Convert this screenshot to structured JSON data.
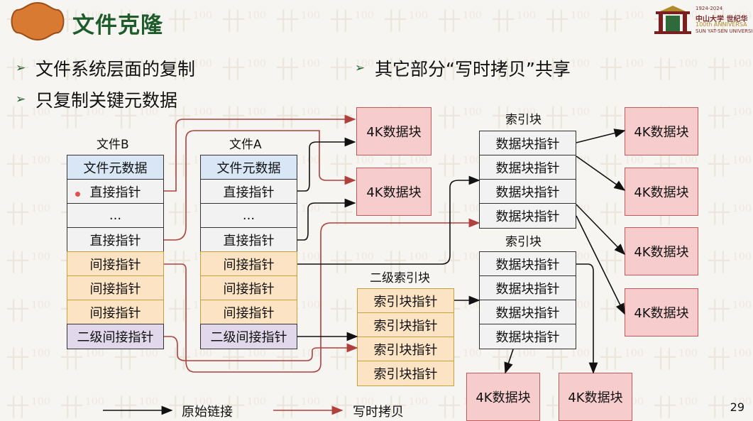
{
  "title": "文件克隆",
  "university": {
    "years": "1924-2024",
    "name": "中山大学 世纪华",
    "anniversary": "100th ANNIVERSA",
    "english": "SUN YAT-SEN UNIVERSI"
  },
  "bullets": [
    "文件系统层面的复制",
    "只复制关键元数据",
    "其它部分“写时拷贝”共享"
  ],
  "fileB": {
    "label": "文件B",
    "rows": [
      "文件元数据",
      "直接指针",
      "...",
      "直接指针",
      "间接指针",
      "间接指针",
      "间接指针",
      "二级间接指针"
    ]
  },
  "fileA": {
    "label": "文件A",
    "rows": [
      "文件元数据",
      "直接指针",
      "...",
      "直接指针",
      "间接指针",
      "间接指针",
      "间接指针",
      "二级间接指针"
    ]
  },
  "data_blocks_left": [
    "4K数据块",
    "4K数据块"
  ],
  "index_block_1": {
    "label": "索引块",
    "rows": [
      "数据块指针",
      "数据块指针",
      "数据块指针",
      "数据块指针"
    ]
  },
  "index_block_2": {
    "label": "索引块",
    "rows": [
      "数据块指针",
      "数据块指针",
      "数据块指针",
      "数据块指针"
    ]
  },
  "secondary_index": {
    "label": "二级索引块",
    "rows": [
      "索引块指针",
      "索引块指针",
      "索引块指针",
      "索引块指针"
    ]
  },
  "data_blocks_right": [
    "4K数据块",
    "4K数据块",
    "4K数据块",
    "4K数据块"
  ],
  "data_blocks_bottom": [
    "4K数据块",
    "4K数据块"
  ],
  "legend": {
    "original": "原始链接",
    "cow": "写时拷贝"
  },
  "colors": {
    "original_arrow": "#111111",
    "cow_arrow": "#b0403c",
    "title": "#1f5c2c"
  },
  "page_number": "29"
}
